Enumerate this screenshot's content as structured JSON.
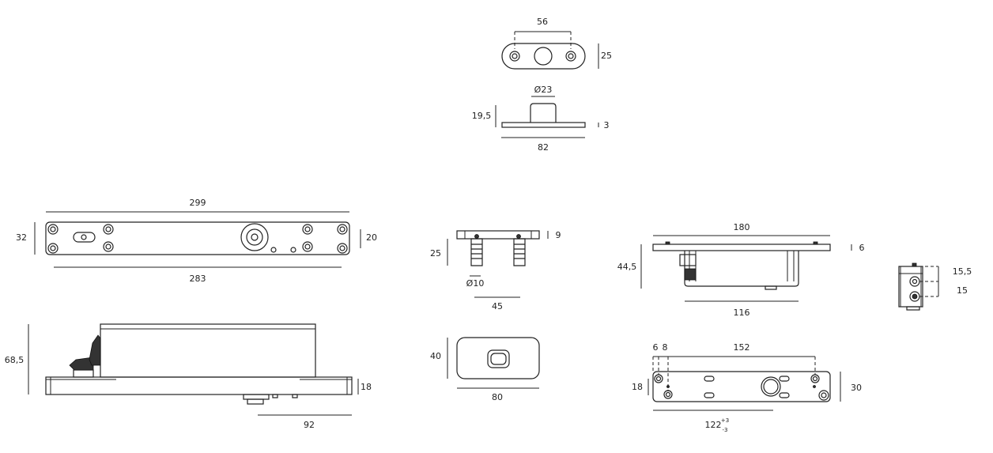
{
  "drawing": {
    "top_plate": {
      "width_holes": "56",
      "height": "25"
    },
    "top_plate_side": {
      "diameter": "Ø23",
      "height": "19,5",
      "thickness": "3",
      "length": "82"
    },
    "main_plate_top": {
      "overall": "299",
      "height": "32",
      "hole_spacing_v": "20",
      "hole_spacing_h": "283"
    },
    "main_side": {
      "height": "68,5",
      "base": "18",
      "offset": "92"
    },
    "pin_plate": {
      "thickness": "9",
      "pin_length": "25",
      "pin_diameter": "Ø10",
      "pin_spacing": "45"
    },
    "cover": {
      "height": "40",
      "width": "80"
    },
    "bracket_side": {
      "length": "180",
      "thickness": "6",
      "height": "44,5",
      "housing": "116"
    },
    "bracket_end": {
      "upper": "15,5",
      "lower": "15"
    },
    "bracket_bottom": {
      "a": "6",
      "b": "8",
      "span": "152",
      "v": "18",
      "width": "30",
      "center": "122",
      "tol_plus": "+3",
      "tol_minus": "-3"
    }
  }
}
